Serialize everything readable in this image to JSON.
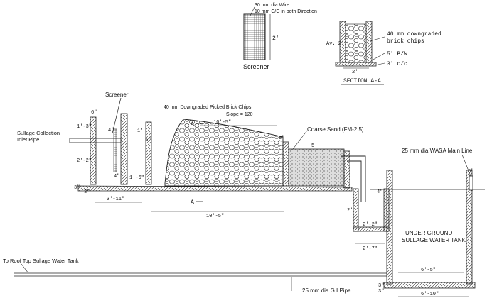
{
  "screener_detail": {
    "wire_note_1": "30 mm dia Wire",
    "wire_note_2": "10 mm C/C in both Direction",
    "height_dim": "2'",
    "title": "Screener"
  },
  "section_aa": {
    "title": "SECTION A-A",
    "label_1": "40 mm downgraded",
    "label_2": "brick chips",
    "label_3": "5' B/W",
    "label_4": "3' c/c",
    "av_dim": "Av. 2'",
    "width_dim": "2'"
  },
  "main": {
    "screener_label": "Screener",
    "inlet_label_1": "Sullage Collection",
    "inlet_label_2": "Inlet Pipe",
    "brick_label": "40 mm Downgraded Picked Brick Chips",
    "slope_label": "Slope = 120",
    "sand_label": "Coarse Sand (FM-2.5)",
    "wasa_label": "25 mm dia WASA Main Line",
    "tank_label_1": "UNDER GROUND",
    "tank_label_2": "SULLAGE WATER TANK",
    "roof_label": "To Roof Top Sullage Water Tank",
    "gi_label": "25 mm dia G.I Pipe",
    "section_mark_top": "A",
    "section_mark_bottom": "A",
    "dims": {
      "d_6": "6\"",
      "d_1_3": "1'-3\"",
      "d_2_2": "2'-2\"",
      "d_4a": "4\"",
      "d_4b": "4\"",
      "d_3a": "3\"",
      "d_3b": "3\"",
      "d_3_11": "3'-11\"",
      "d_1_6": "1'-6\"",
      "d_1": "1'",
      "d_5a": "5\"",
      "d_10_5_top": "10'-5\"",
      "d_10_5_bot": "10'-5\"",
      "d_5b": "5\"",
      "d_5c": "5'",
      "d_2": "2'",
      "d_2_2b": "2'-2\"",
      "d_2_7": "2'-7\"",
      "d_4c": "4\"",
      "d_6_5": "6'-5\"",
      "d_6_10": "6'-10\"",
      "d_3c": "3\"",
      "d_3d": "3\"",
      "d_6b": "6\""
    }
  }
}
